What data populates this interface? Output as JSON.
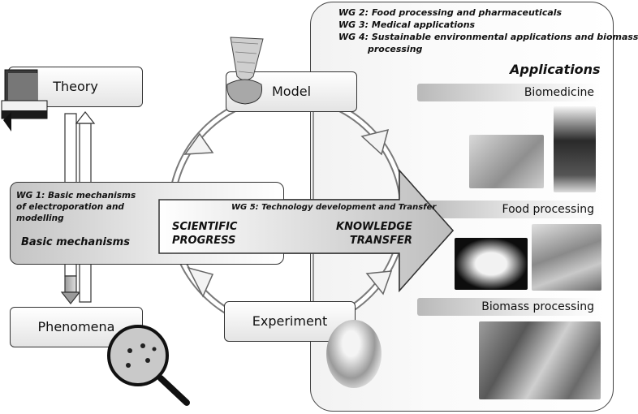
{
  "applications_panel": {
    "wg_items": [
      "WG 2:  Food processing and pharmaceuticals",
      "WG 3:  Medical applications",
      "WG 4:  Sustainable environmental applications and biomass",
      "processing"
    ],
    "title": "Applications",
    "categories": [
      "Biomedicine",
      "Food processing",
      "Biomass processing"
    ]
  },
  "nodes": {
    "theory": "Theory",
    "model": "Model",
    "experiment": "Experiment",
    "phenomena": "Phenomena"
  },
  "wg1": {
    "lines": [
      "WG 1: Basic mechanisms",
      "of electroporation and",
      "modelling"
    ],
    "label": "Basic mechanisms"
  },
  "arrow": {
    "wg5": "WG 5: Technology development and Transfer",
    "left_lines": [
      "SCIENTIFIC",
      "PROGRESS"
    ],
    "right_lines": [
      "KNOWLEDGE",
      "TRANSFER"
    ]
  },
  "colors": {
    "panel_bg": "#f4f4f4",
    "outline": "#333333",
    "arrow_fill": "#cfcfcf"
  },
  "icons": [
    "books-icon",
    "cone-surface-icon",
    "magnifier-icon"
  ]
}
